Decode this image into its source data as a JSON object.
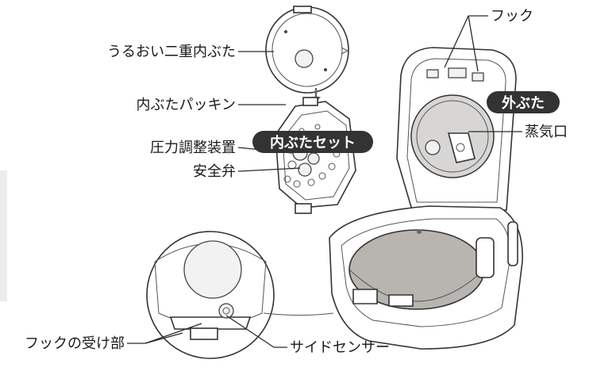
{
  "labels": {
    "inner_lid_double": "うるおい二重内ぶた",
    "inner_lid_packing": "内ぶたパッキン",
    "pressure_valve": "圧力調整装置",
    "safety_valve": "安全弁",
    "hook": "フック",
    "steam_outlet": "蒸気口",
    "hook_receiver": "フックの受け部",
    "side_sensor": "サイドセンサー"
  },
  "badges": {
    "inner_lid_set": "内ぶたセット",
    "outer_lid": "外ぶた"
  },
  "colors": {
    "badge_bg": "#333333",
    "badge_text": "#ffffff",
    "pot_gray": "#b8b4b0",
    "lid_plate_gray": "#d8d6d4"
  }
}
